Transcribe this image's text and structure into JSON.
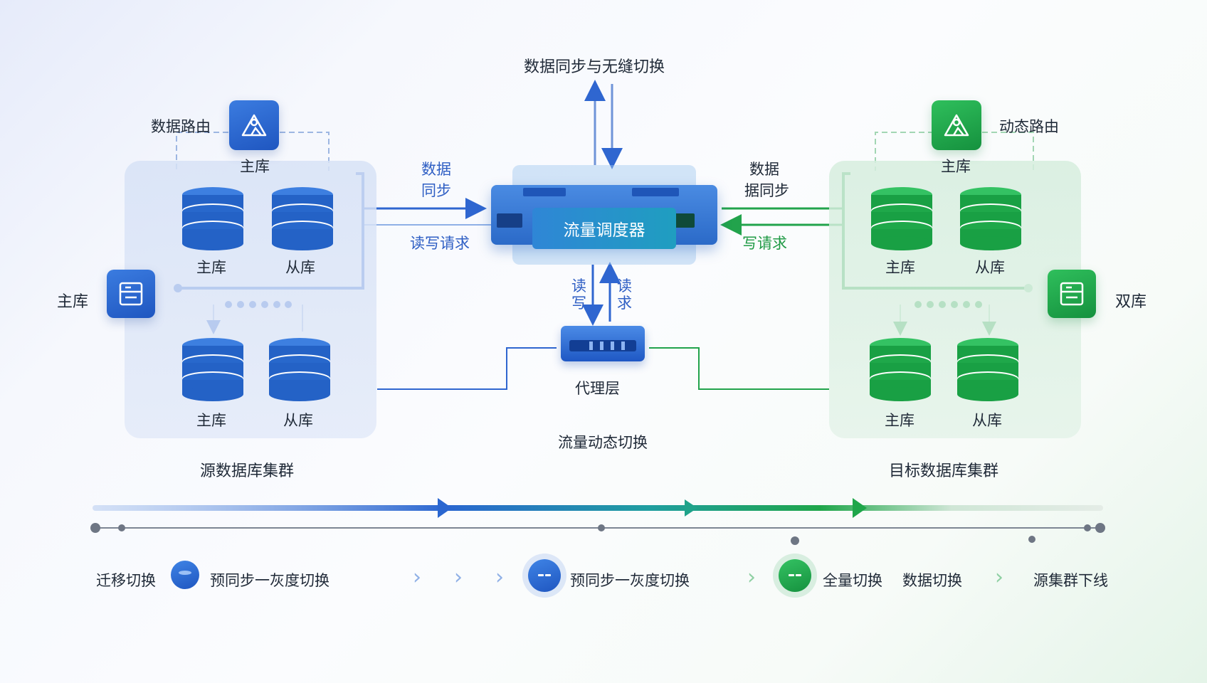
{
  "top": {
    "label": "数据同步与无缝切换"
  },
  "source": {
    "router_label": "数据路由",
    "router_sub": "主库",
    "db_top_left": "主库",
    "db_top_right": "从库",
    "db_bottom_left": "主库",
    "db_bottom_right": "从库",
    "side_label": "主库",
    "cluster_name": "源数据库集群"
  },
  "target": {
    "router_label": "动态路由",
    "router_sub": "主库",
    "db_top_left": "主库",
    "db_top_right": "从库",
    "db_bottom_left": "主库",
    "db_bottom_right": "从库",
    "side_label": "双库",
    "cluster_name": "目标数据库集群"
  },
  "center": {
    "scheduler": "流量调度器",
    "sync_left_1": "数据",
    "sync_left_2": "同步",
    "rw_left": "读写请求",
    "sync_right_1": "数据",
    "sync_right_2": "据同步",
    "write_right": "写请求",
    "read_1": "读",
    "read_2": "写",
    "req_1": "读",
    "req_2": "求",
    "proxy": "代理层",
    "dynamic_switch": "流量动态切换"
  },
  "timeline": {
    "stage1_label": "迁移切换",
    "stage1_text": "预同步一灰度切换",
    "stage2_text": "预同步一灰度切换",
    "stage3_text": "全量切换",
    "stage3_text_b": "数据切换",
    "stage4_text": "源集群下线"
  },
  "colors": {
    "blue": "#2563c9",
    "green": "#1fa64a"
  }
}
